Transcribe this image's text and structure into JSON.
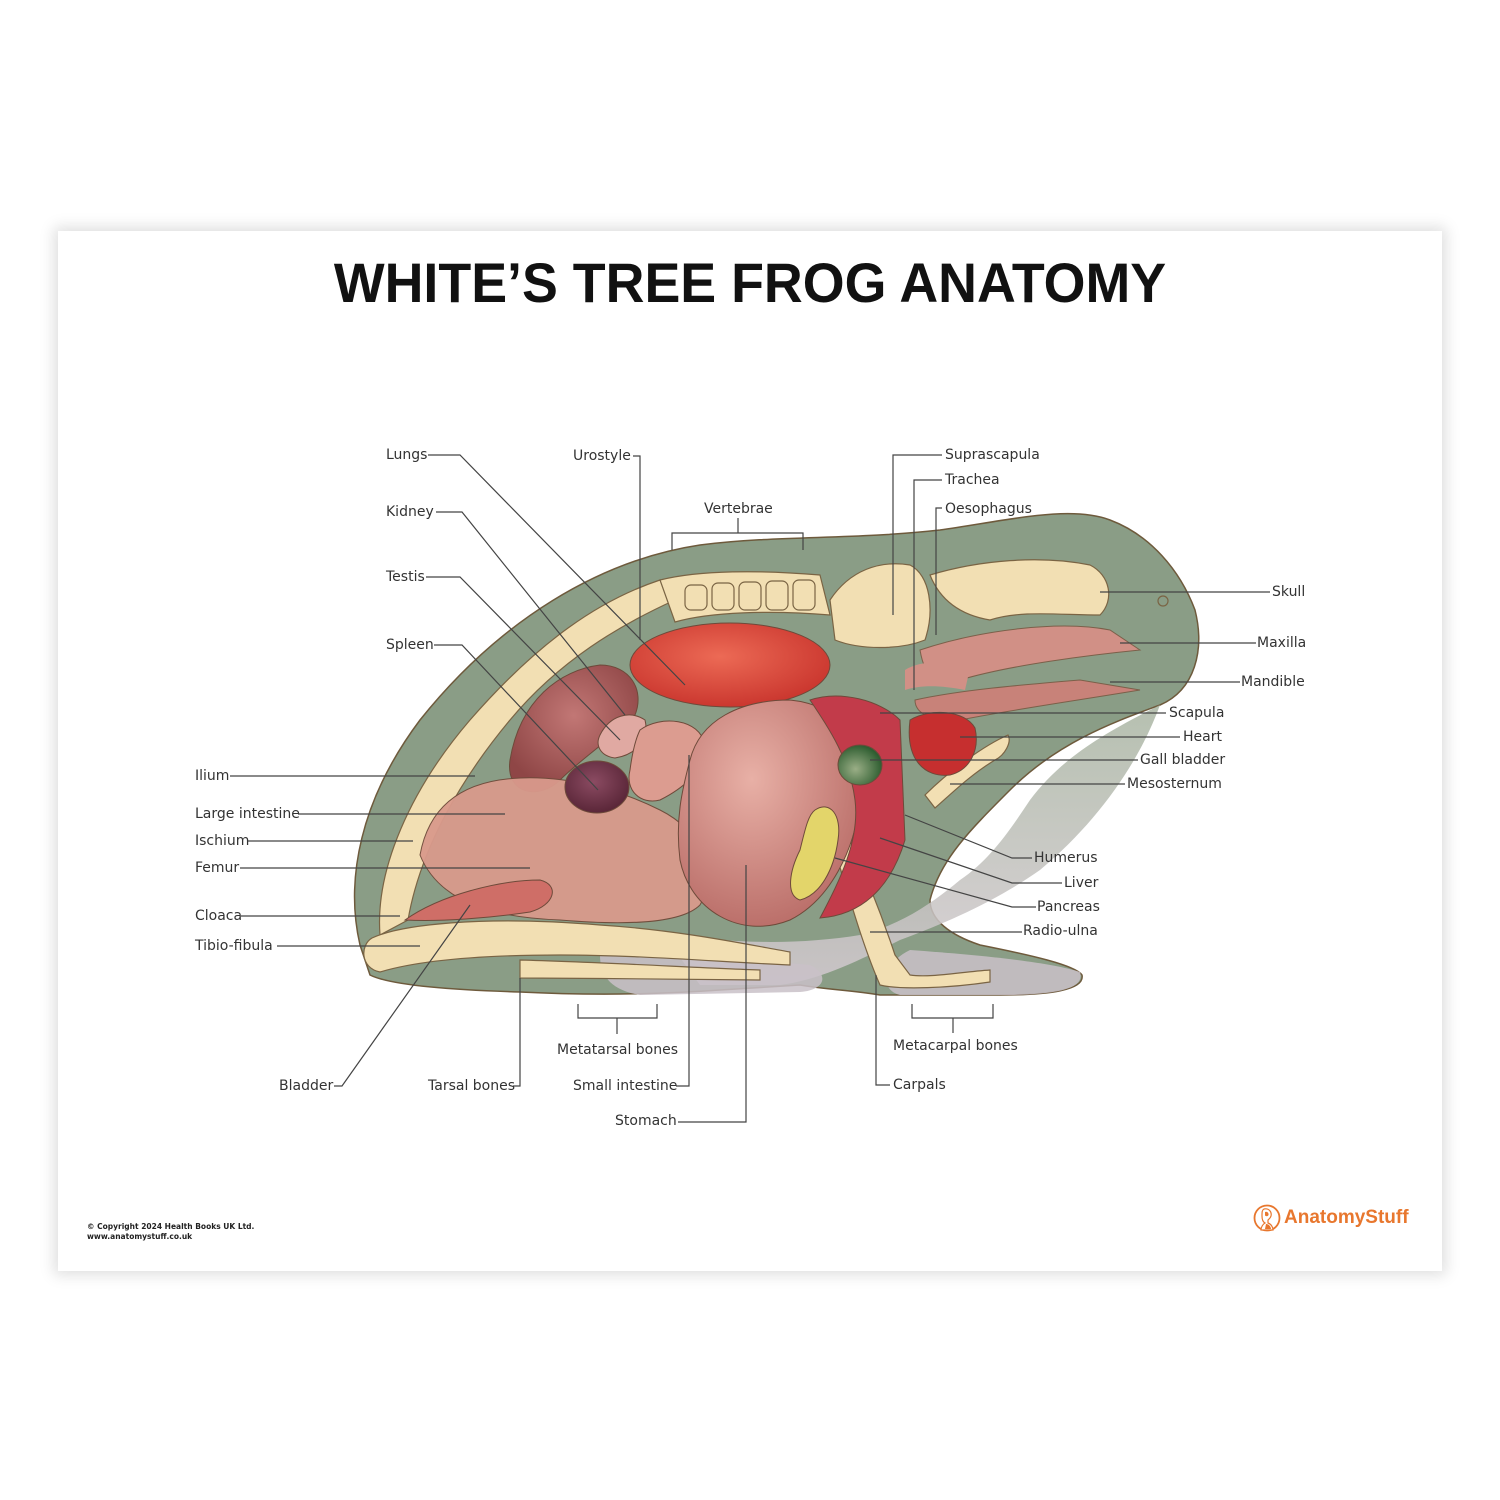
{
  "poster": {
    "title": "WHITE’S TREE FROG ANATOMY",
    "copyright_line1": "© Copyright 2024 Health Books UK Ltd.",
    "copyright_line2": "www.anatomystuff.co.uk",
    "brand": "AnatomyStuff",
    "brand_color": "#e8772e"
  },
  "labels": {
    "lungs": "Lungs",
    "kidney": "Kidney",
    "testis": "Testis",
    "spleen": "Spleen",
    "urostyle": "Urostyle",
    "vertebrae": "Vertebrae",
    "suprascapula": "Suprascapula",
    "trachea": "Trachea",
    "oesophagus": "Oesophagus",
    "skull": "Skull",
    "maxilla": "Maxilla",
    "mandible": "Mandible",
    "scapula": "Scapula",
    "heart": "Heart",
    "gall_bladder": "Gall bladder",
    "mesosternum": "Mesosternum",
    "humerus": "Humerus",
    "liver": "Liver",
    "pancreas": "Pancreas",
    "radio_ulna": "Radio-ulna",
    "ilium": "Ilium",
    "large_intestine": "Large intestine",
    "ischium": "Ischium",
    "femur": "Femur",
    "cloaca": "Cloaca",
    "tibio_fibula": "Tibio-fibula",
    "bladder": "Bladder",
    "tarsal_bones": "Tarsal bones",
    "metatarsal_bones": "Metatarsal bones",
    "small_intestine": "Small intestine",
    "stomach": "Stomach",
    "metacarpal_bones": "Metacarpal bones",
    "carpals": "Carpals"
  },
  "colors": {
    "skin": "#8a9d86",
    "bone": "#f2dfb3",
    "lung": "#d8443a",
    "kidney": "#a85a58",
    "spleen": "#6e3447",
    "intestine": "#d99a8c",
    "stomach": "#c97f78",
    "liver": "#c23b4a",
    "gall_bladder": "#3f6e3d",
    "pancreas": "#e3d56a",
    "belly": "#cbc2c9"
  }
}
